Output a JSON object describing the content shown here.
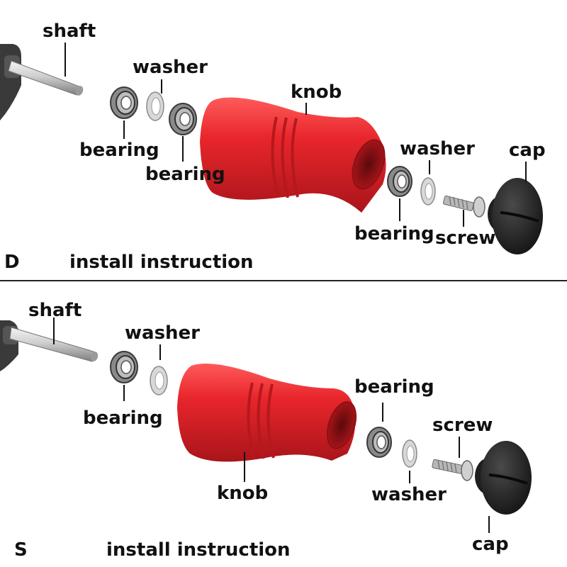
{
  "panels": [
    {
      "id": "D",
      "letter": "D",
      "title": "install instruction",
      "labels": {
        "shaft": "shaft",
        "washer_1": "washer",
        "bearing_1": "bearing",
        "bearing_2": "bearing",
        "knob": "knob",
        "washer_2": "washer",
        "bearing_3": "bearing",
        "screw": "screw",
        "cap": "cap"
      }
    },
    {
      "id": "S",
      "letter": "S",
      "title": "install instruction",
      "labels": {
        "shaft": "shaft",
        "washer_1": "washer",
        "bearing_1": "bearing",
        "knob": "knob",
        "bearing_2": "bearing",
        "washer_2": "washer",
        "screw": "screw",
        "cap": "cap"
      }
    }
  ],
  "colors": {
    "knob": "#e8262c",
    "cap": "#1a1a1a",
    "metal": "#c8c8c8",
    "divider": "#222222"
  }
}
